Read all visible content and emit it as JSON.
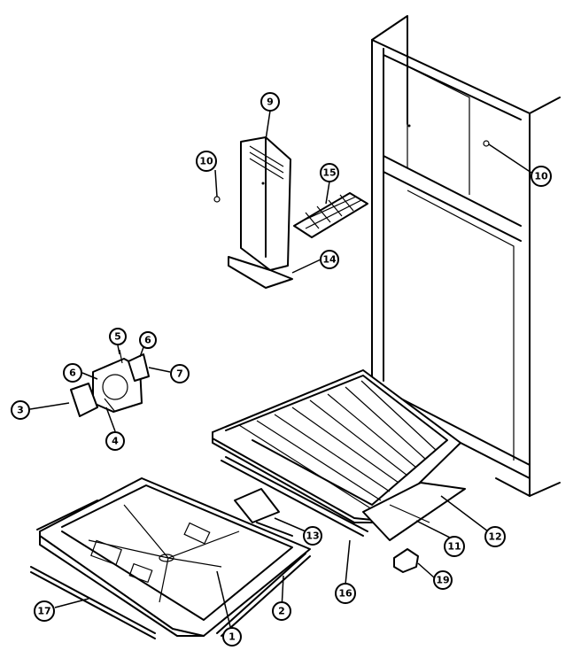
{
  "callouts": {
    "p1": "1",
    "p2": "2",
    "p3": "3",
    "p4": "4",
    "p5": "5",
    "p6a": "6",
    "p6b": "6",
    "p7": "7",
    "p9": "9",
    "p10a": "10",
    "p10b": "10",
    "p11": "11",
    "p12": "12",
    "p13": "13",
    "p14": "14",
    "p15": "15",
    "p16": "16",
    "p17": "17",
    "p19": "19"
  }
}
